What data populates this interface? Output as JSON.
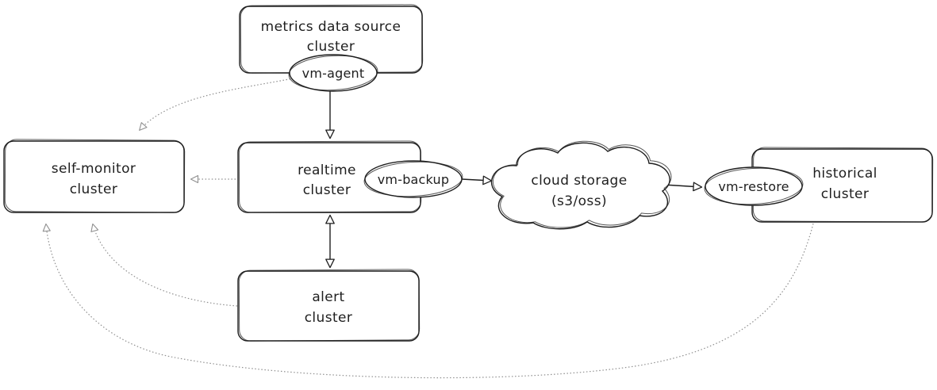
{
  "diagram": {
    "background": "#ffffff",
    "stroke_color": "#1e1e1e",
    "dotted_arrow_color": "#8f8f8f",
    "nodes": {
      "metrics": {
        "line1": "metrics data source",
        "line2": "cluster"
      },
      "self_monitor": {
        "line1": "self-monitor",
        "line2": "cluster"
      },
      "realtime": {
        "line1": "realtime",
        "line2": "cluster"
      },
      "alert": {
        "line1": "alert",
        "line2": "cluster"
      },
      "historical": {
        "line1": "historical",
        "line2": "cluster"
      },
      "cloud_storage": {
        "line1": "cloud storage",
        "line2": "(s3/oss)"
      },
      "vm_agent": {
        "label": "vm-agent"
      },
      "vm_backup": {
        "label": "vm-backup"
      },
      "vm_restore": {
        "label": "vm-restore"
      }
    },
    "edges": [
      {
        "from": "vm-agent",
        "to": "realtime cluster",
        "style": "solid",
        "direction": "one-way"
      },
      {
        "from": "vm-agent",
        "to": "self-monitor cluster",
        "style": "dotted",
        "direction": "one-way"
      },
      {
        "from": "realtime cluster",
        "to": "self-monitor cluster",
        "style": "dotted",
        "direction": "one-way"
      },
      {
        "from": "realtime cluster",
        "to": "alert cluster",
        "style": "solid",
        "direction": "two-way"
      },
      {
        "from": "vm-backup",
        "to": "cloud storage (s3/oss)",
        "style": "solid",
        "direction": "one-way"
      },
      {
        "from": "cloud storage (s3/oss)",
        "to": "vm-restore",
        "style": "solid",
        "direction": "one-way"
      },
      {
        "from": "alert cluster",
        "to": "self-monitor cluster",
        "style": "dotted",
        "direction": "one-way"
      },
      {
        "from": "historical cluster",
        "to": "self-monitor cluster",
        "style": "dotted",
        "direction": "one-way"
      }
    ]
  }
}
